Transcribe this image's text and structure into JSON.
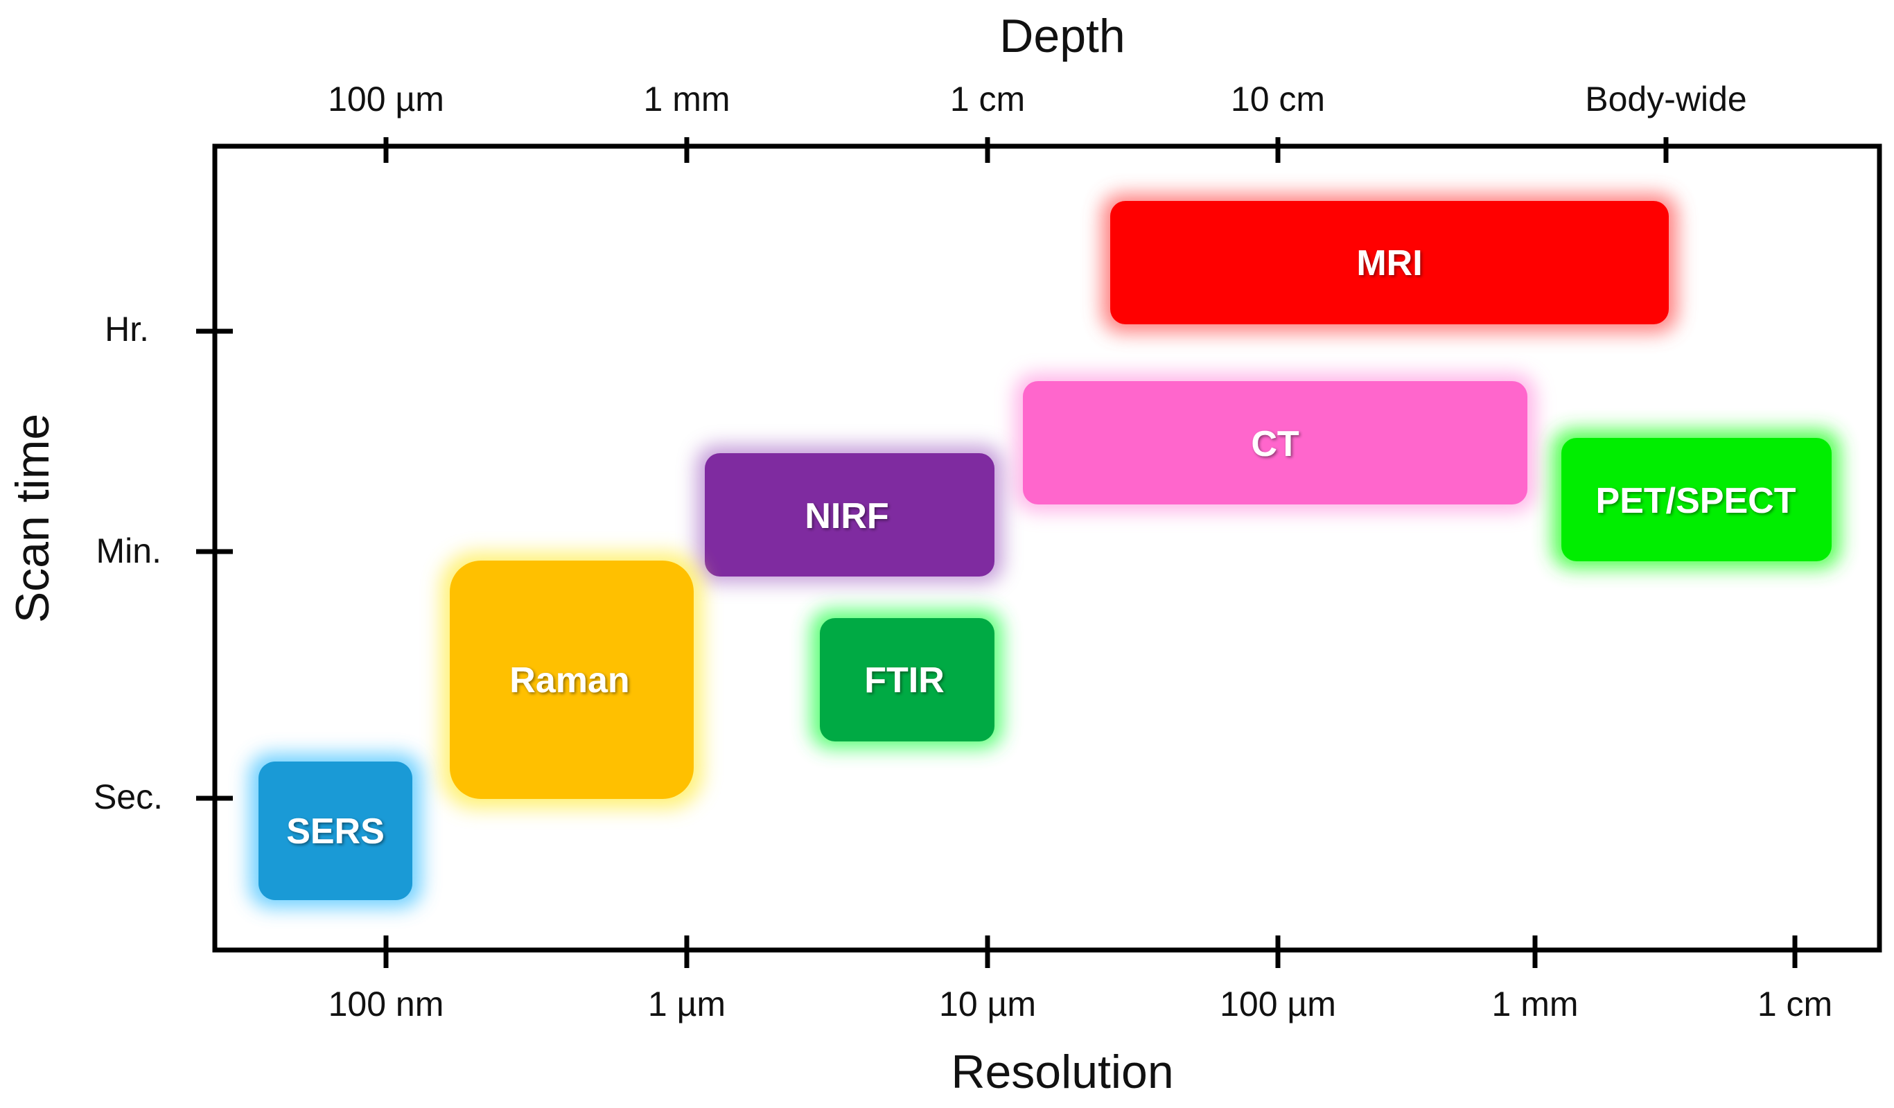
{
  "figure": {
    "top_axis": {
      "title": "Depth",
      "ticks": [
        "100 µm",
        "1 mm",
        "1 cm",
        "10 cm",
        "Body-wide"
      ]
    },
    "bottom_axis": {
      "title": "Resolution",
      "ticks": [
        "100 nm",
        "1 µm",
        "10 µm",
        "100 µm",
        "1 mm",
        "1 cm"
      ]
    },
    "left_axis": {
      "title": "Scan time",
      "ticks": [
        "Hr.",
        "Min.",
        "Sec."
      ]
    },
    "modalities": [
      {
        "id": "mri",
        "label": "MRI",
        "color": "#ff0000",
        "glow": "#ff5555"
      },
      {
        "id": "ct",
        "label": "CT",
        "color": "#ff66cc",
        "glow": "#ff99e0"
      },
      {
        "id": "nirf",
        "label": "NIRF",
        "color": "#7f2ba0",
        "glow": "#b07ccc"
      },
      {
        "id": "pet-spect",
        "label": "PET/SPECT",
        "color": "#00ee00",
        "glow": "#33ff33"
      },
      {
        "id": "raman",
        "label": "Raman",
        "color": "#ffc000",
        "glow": "#ffee55"
      },
      {
        "id": "ftir",
        "label": "FTIR",
        "color": "#00aa44",
        "glow": "#33ff55"
      },
      {
        "id": "sers",
        "label": "SERS",
        "color": "#1a9ad6",
        "glow": "#55c8ff"
      }
    ]
  }
}
